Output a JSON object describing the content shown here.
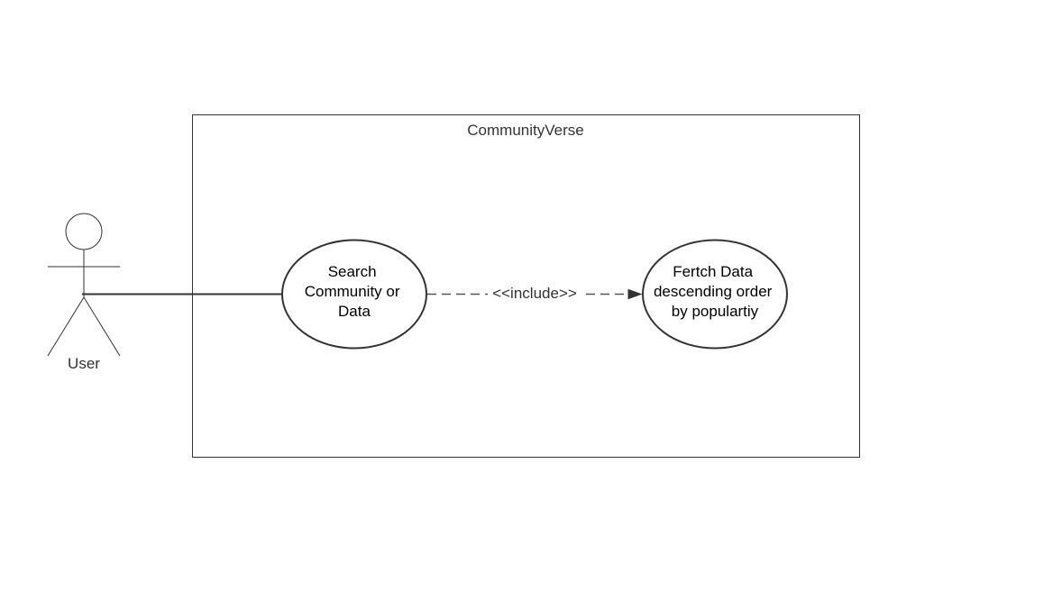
{
  "diagram": {
    "system": {
      "title": "CommunityVerse"
    },
    "actor": {
      "label": "User"
    },
    "use_cases": {
      "search": {
        "lines": [
          "Search",
          "Community or",
          "Data"
        ]
      },
      "fetch": {
        "lines": [
          "Fertch Data",
          "descending order",
          "by populartiy"
        ]
      }
    },
    "relationships": {
      "include_label": "<<include>>"
    },
    "colors": {
      "stroke": "#333333",
      "background": "#ffffff"
    }
  }
}
